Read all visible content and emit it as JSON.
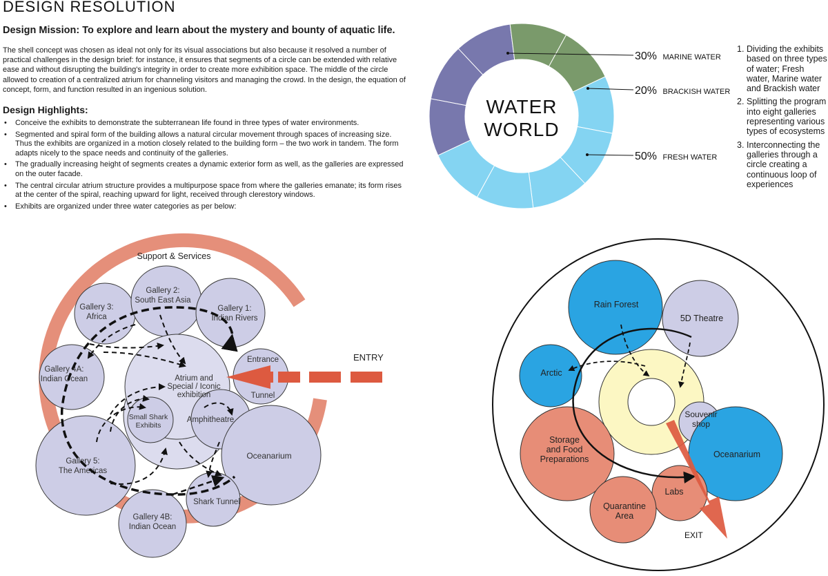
{
  "page": {
    "title": "DESIGN RESOLUTION",
    "mission": "Design Mission: To explore and learn about the mystery and bounty of aquatic life.",
    "intro": "The shell concept was chosen as ideal not only for its visual associations but also because it resolved a number of practical challenges in the design brief: for instance, it ensures that segments of a circle can be extended with relative ease and without disrupting the building's integrity in order to create more exhibition space. The middle of the circle allowed to creation of a centralized atrium for channeling visitors and managing the crowd. In the design, the equation of concept, form, and function resulted in an ingenious solution.",
    "highlights_title": "Design Highlights:",
    "highlights": [
      "Conceive the exhibits to demonstrate the subterranean life found in three types of water environments.",
      "Segmented and spiral form of the building allows a natural circular movement through spaces of increasing size. Thus the exhibits are organized in a motion closely related to the building form – the two work in tandem. The form adapts nicely to the space needs and continuity of the galleries.",
      "The gradually increasing height of segments creates a dynamic exterior form as well, as the galleries are expressed on the outer facade.",
      "The central circular atrium structure provides a multipurpose space from where the galleries emanate; its form rises at the center of the spiral, reaching upward for light, received through clerestory windows.",
      "Exhibits are organized under three water categories as per below:"
    ]
  },
  "water_chart": {
    "center_line1": "WATER",
    "center_line2": "WORLD",
    "colors": {
      "marine": "#7878ad",
      "brackish": "#7a9a6b",
      "fresh": "#84d4f2",
      "segment_border": "#ffffff"
    },
    "labels": [
      {
        "pct": "30%",
        "name": "MARINE WATER"
      },
      {
        "pct": "20%",
        "name": "BRACKISH WATER"
      },
      {
        "pct": "50%",
        "name": "FRESH WATER"
      }
    ]
  },
  "chart_data": {
    "type": "pie",
    "categories": [
      "MARINE WATER",
      "BRACKISH WATER",
      "FRESH WATER"
    ],
    "values": [
      30,
      20,
      50
    ],
    "unit": "%"
  },
  "steps": [
    {
      "num": "1.",
      "text": "Dividing the exhibits based on three types of water; Fresh water, Marine water and Brackish water"
    },
    {
      "num": "2.",
      "text": "Splitting the program into eight galleries representing various types of ecosystems"
    },
    {
      "num": "3.",
      "text": "Interconnecting the galleries through a circle creating a continuous loop of experiences"
    }
  ],
  "left_diagram": {
    "ring_label": "Support & Services",
    "entry_label": "ENTRY",
    "colors": {
      "bubble": "#cdcde6",
      "bubble_stroke": "#3a3a3a",
      "ring": "#e58f7a",
      "arrow": "#dd5a40"
    },
    "bubbles": [
      {
        "line1": "Gallery 3:",
        "line2": "Africa"
      },
      {
        "line1": "Gallery 2:",
        "line2": "South East Asia"
      },
      {
        "line1": "Gallery 1:",
        "line2": "Indian Rivers"
      },
      {
        "line1": "Gallery 4A:",
        "line2": "Indian Ocean"
      },
      {
        "line1": "Atrium and",
        "line2": "Special / Iconic",
        "line3": "exhibition"
      },
      {
        "line1": "Entrance",
        "line2": "Tunnel"
      },
      {
        "line1": "Small Shark",
        "line2": "Exhibits"
      },
      {
        "line1": "Amphitheatre"
      },
      {
        "line1": "Gallery 5:",
        "line2": "The Americas"
      },
      {
        "line1": "Oceanarium"
      },
      {
        "line1": "Shark Tunnel"
      },
      {
        "line1": "Gallery 4B:",
        "line2": "Indian Ocean"
      }
    ]
  },
  "right_diagram": {
    "exit_label": "EXIT",
    "colors": {
      "blue": "#2aa4e2",
      "lavender": "#cdcde6",
      "salmon": "#e78d77",
      "atrium": "#fcf7c3",
      "arrow": "#dd5a40"
    },
    "bubbles": [
      {
        "line1": "Rain Forest"
      },
      {
        "line1": "5D Theatre"
      },
      {
        "line1": "Arctic"
      },
      {
        "line1": "Souvenir",
        "line2": "shop"
      },
      {
        "line1": "Storage",
        "line2": "and Food",
        "line3": "Preparations"
      },
      {
        "line1": "Oceanarium"
      },
      {
        "line1": "Labs"
      },
      {
        "line1": "Quarantine",
        "line2": "Area"
      }
    ]
  }
}
